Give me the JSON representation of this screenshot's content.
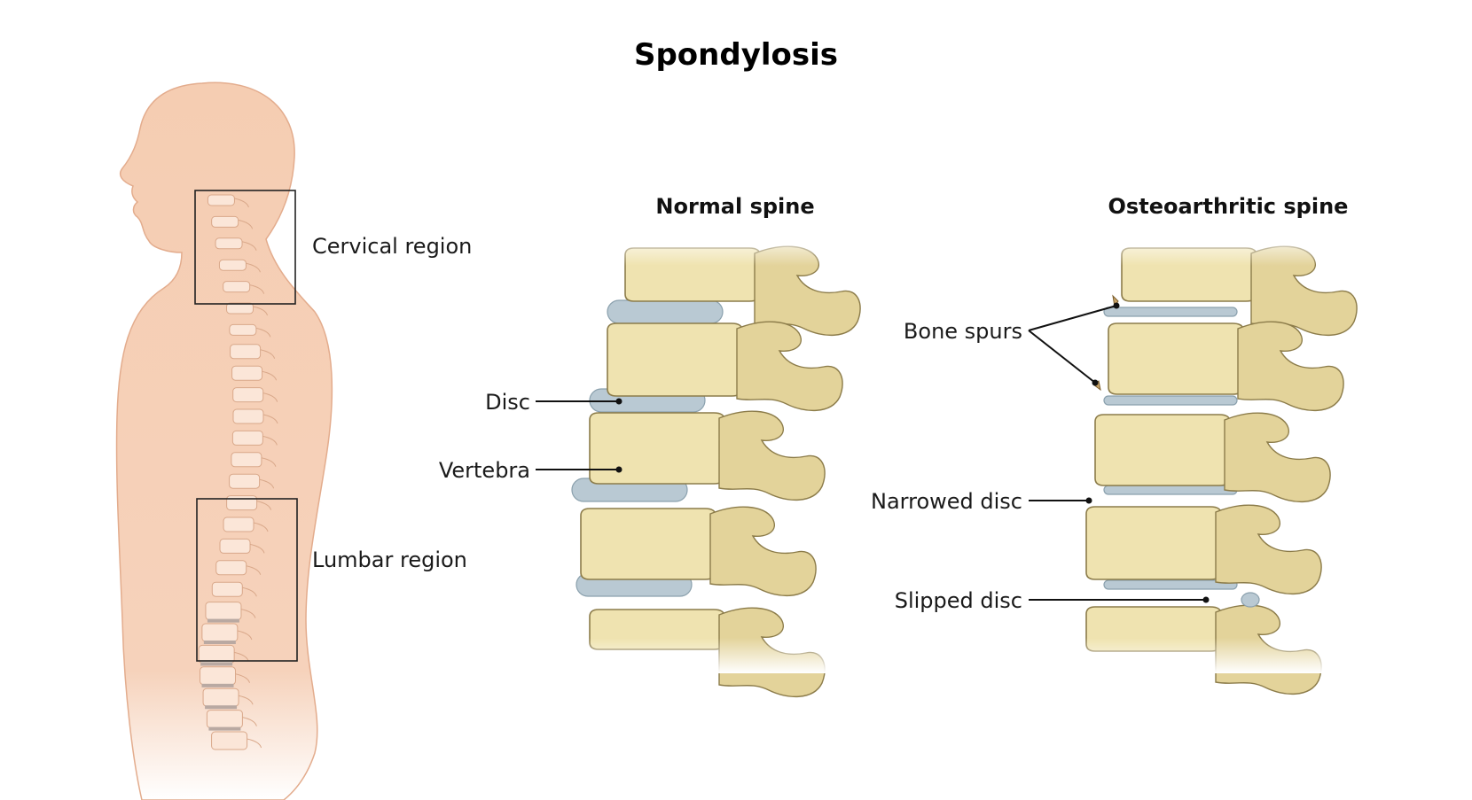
{
  "title": "Spondylosis",
  "body_figure": {
    "labels": {
      "cervical": "Cervical region",
      "lumbar": "Lumbar region"
    }
  },
  "normal_spine": {
    "heading": "Normal spine",
    "labels": {
      "disc": "Disc",
      "vertebra": "Vertebra"
    }
  },
  "osteo_spine": {
    "heading": "Osteoarthritic spine",
    "labels": {
      "bone_spurs": "Bone spurs",
      "narrowed_disc": "Narrowed disc",
      "slipped_disc": "Slipped disc"
    }
  },
  "colors": {
    "skin": "#f5cdb2",
    "skin_edge": "#e8b598",
    "bone": "#efe3b0",
    "disc": "#b9c9d3",
    "outline": "#8c7c4a"
  }
}
